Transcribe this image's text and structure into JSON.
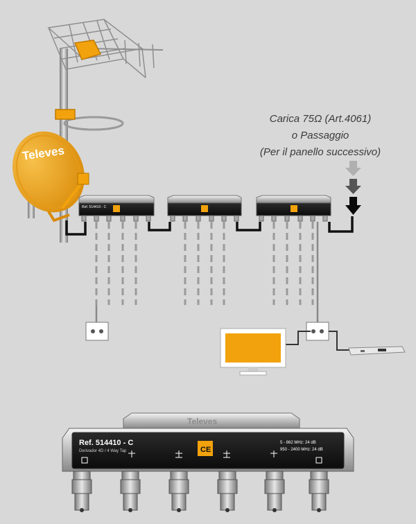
{
  "caption": {
    "line1": "Carica 75Ω (Art.4061)",
    "line2": "o Passaggio",
    "line3": "(Per il panello successivo)"
  },
  "brand": {
    "dish_logo": "Televes",
    "tap_brand": "Televes"
  },
  "small_tap": {
    "ref": "Ref. 514410 - C"
  },
  "product": {
    "ref": "Ref. 514410 - C",
    "subtitle": "Derivador 4D / 4 Way Tap",
    "spec1": "5 - 862 MHz: 24 dB",
    "spec2": "950 - 2400 MHz: 24 dB",
    "ce_mark": "CE"
  },
  "colors": {
    "background": "#d8d8d8",
    "accent_orange": "#f2a20c",
    "cable": "#111111",
    "drop_line": "#9a9a9a"
  },
  "icons": [
    "uhf-antenna-icon",
    "satellite-dish-icon",
    "tap-splitter-icon",
    "wall-outlet-icon",
    "tv-icon",
    "set-top-box-icon",
    "down-arrow-icon"
  ]
}
